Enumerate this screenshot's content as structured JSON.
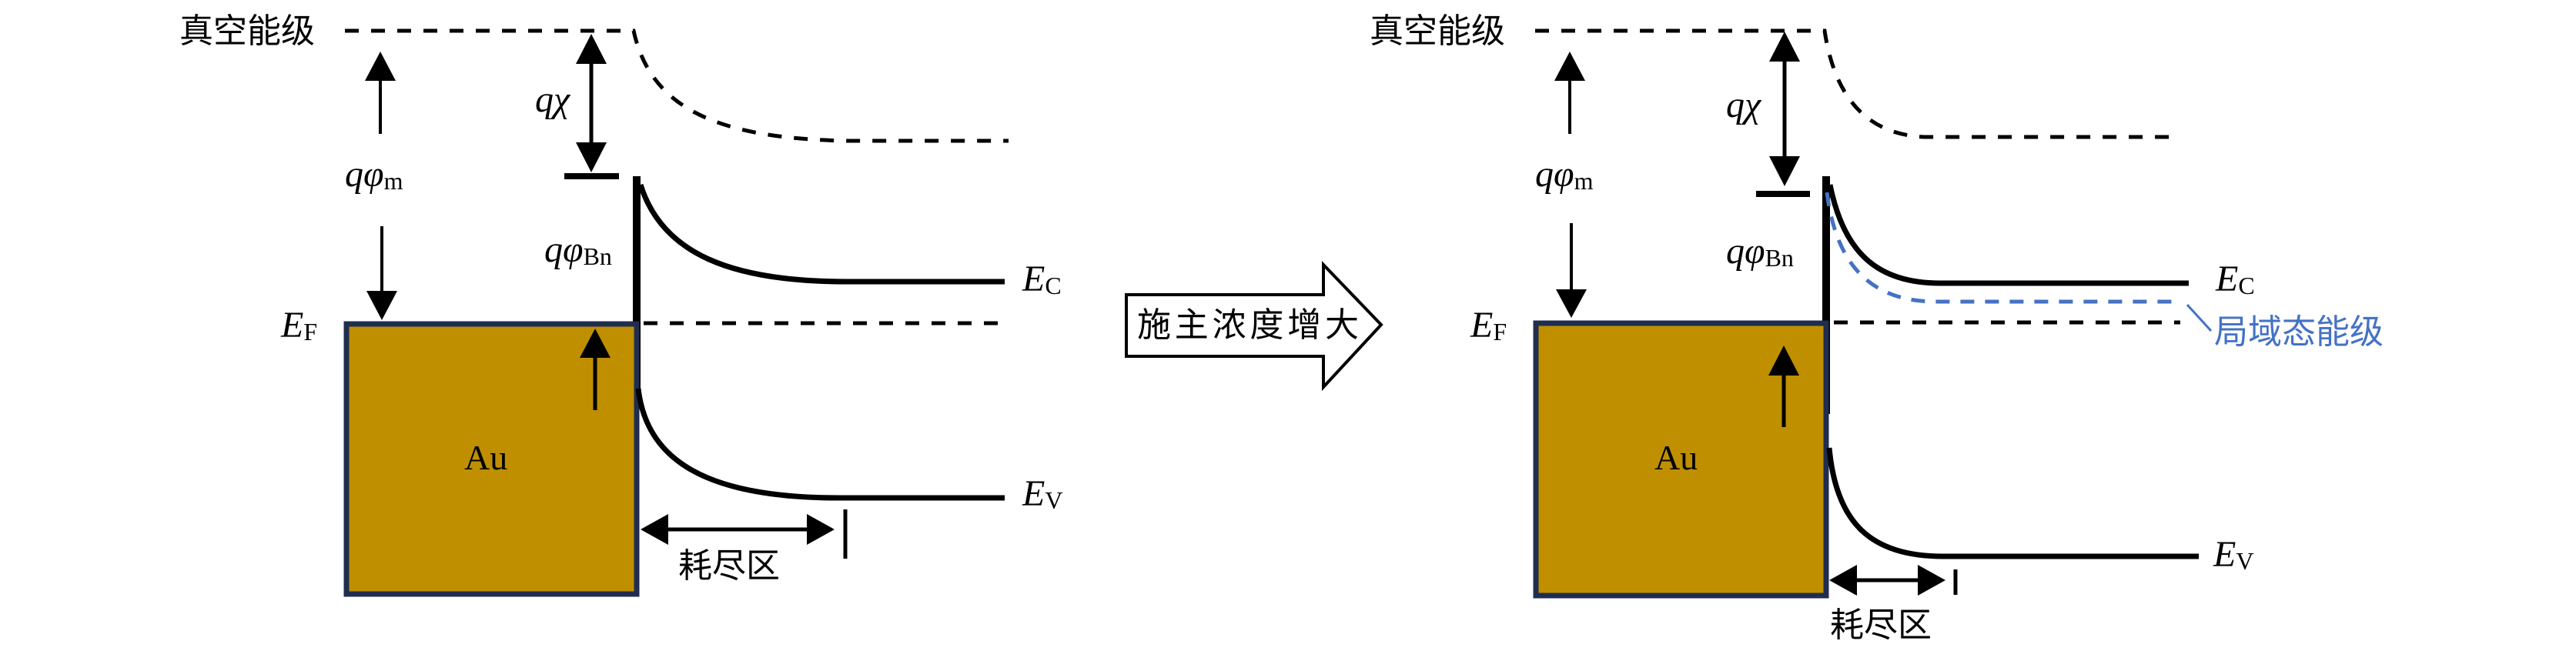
{
  "figure": {
    "colors": {
      "line": "#000000",
      "metal_fill": "#BF8F00",
      "metal_border": "#1F2D4F",
      "localized_state": "#4472C4",
      "background": "#FFFFFF"
    }
  },
  "left_panel": {
    "vacuum_level_label": "真空能级",
    "work_function_label": {
      "symbol": "qφ",
      "subscript": "m"
    },
    "electron_affinity_label": {
      "symbol": "qχ"
    },
    "barrier_height_label": {
      "symbol": "qφ",
      "subscript": "Bn"
    },
    "fermi_level_label": {
      "symbol": "E",
      "subscript": "F"
    },
    "conduction_band_label": {
      "symbol": "E",
      "subscript": "C"
    },
    "valence_band_label": {
      "symbol": "E",
      "subscript": "V"
    },
    "metal_label": "Au",
    "depletion_region_label": "耗尽区"
  },
  "transition_arrow": {
    "label": "施主浓度增大"
  },
  "right_panel": {
    "vacuum_level_label": "真空能级",
    "work_function_label": {
      "symbol": "qφ",
      "subscript": "m"
    },
    "electron_affinity_label": {
      "symbol": "qχ"
    },
    "barrier_height_label": {
      "symbol": "qφ",
      "subscript": "Bn"
    },
    "fermi_level_label": {
      "symbol": "E",
      "subscript": "F"
    },
    "conduction_band_label": {
      "symbol": "E",
      "subscript": "C"
    },
    "valence_band_label": {
      "symbol": "E",
      "subscript": "V"
    },
    "localized_state_label": "局域态能级",
    "metal_label": "Au",
    "depletion_region_label": "耗尽区"
  }
}
